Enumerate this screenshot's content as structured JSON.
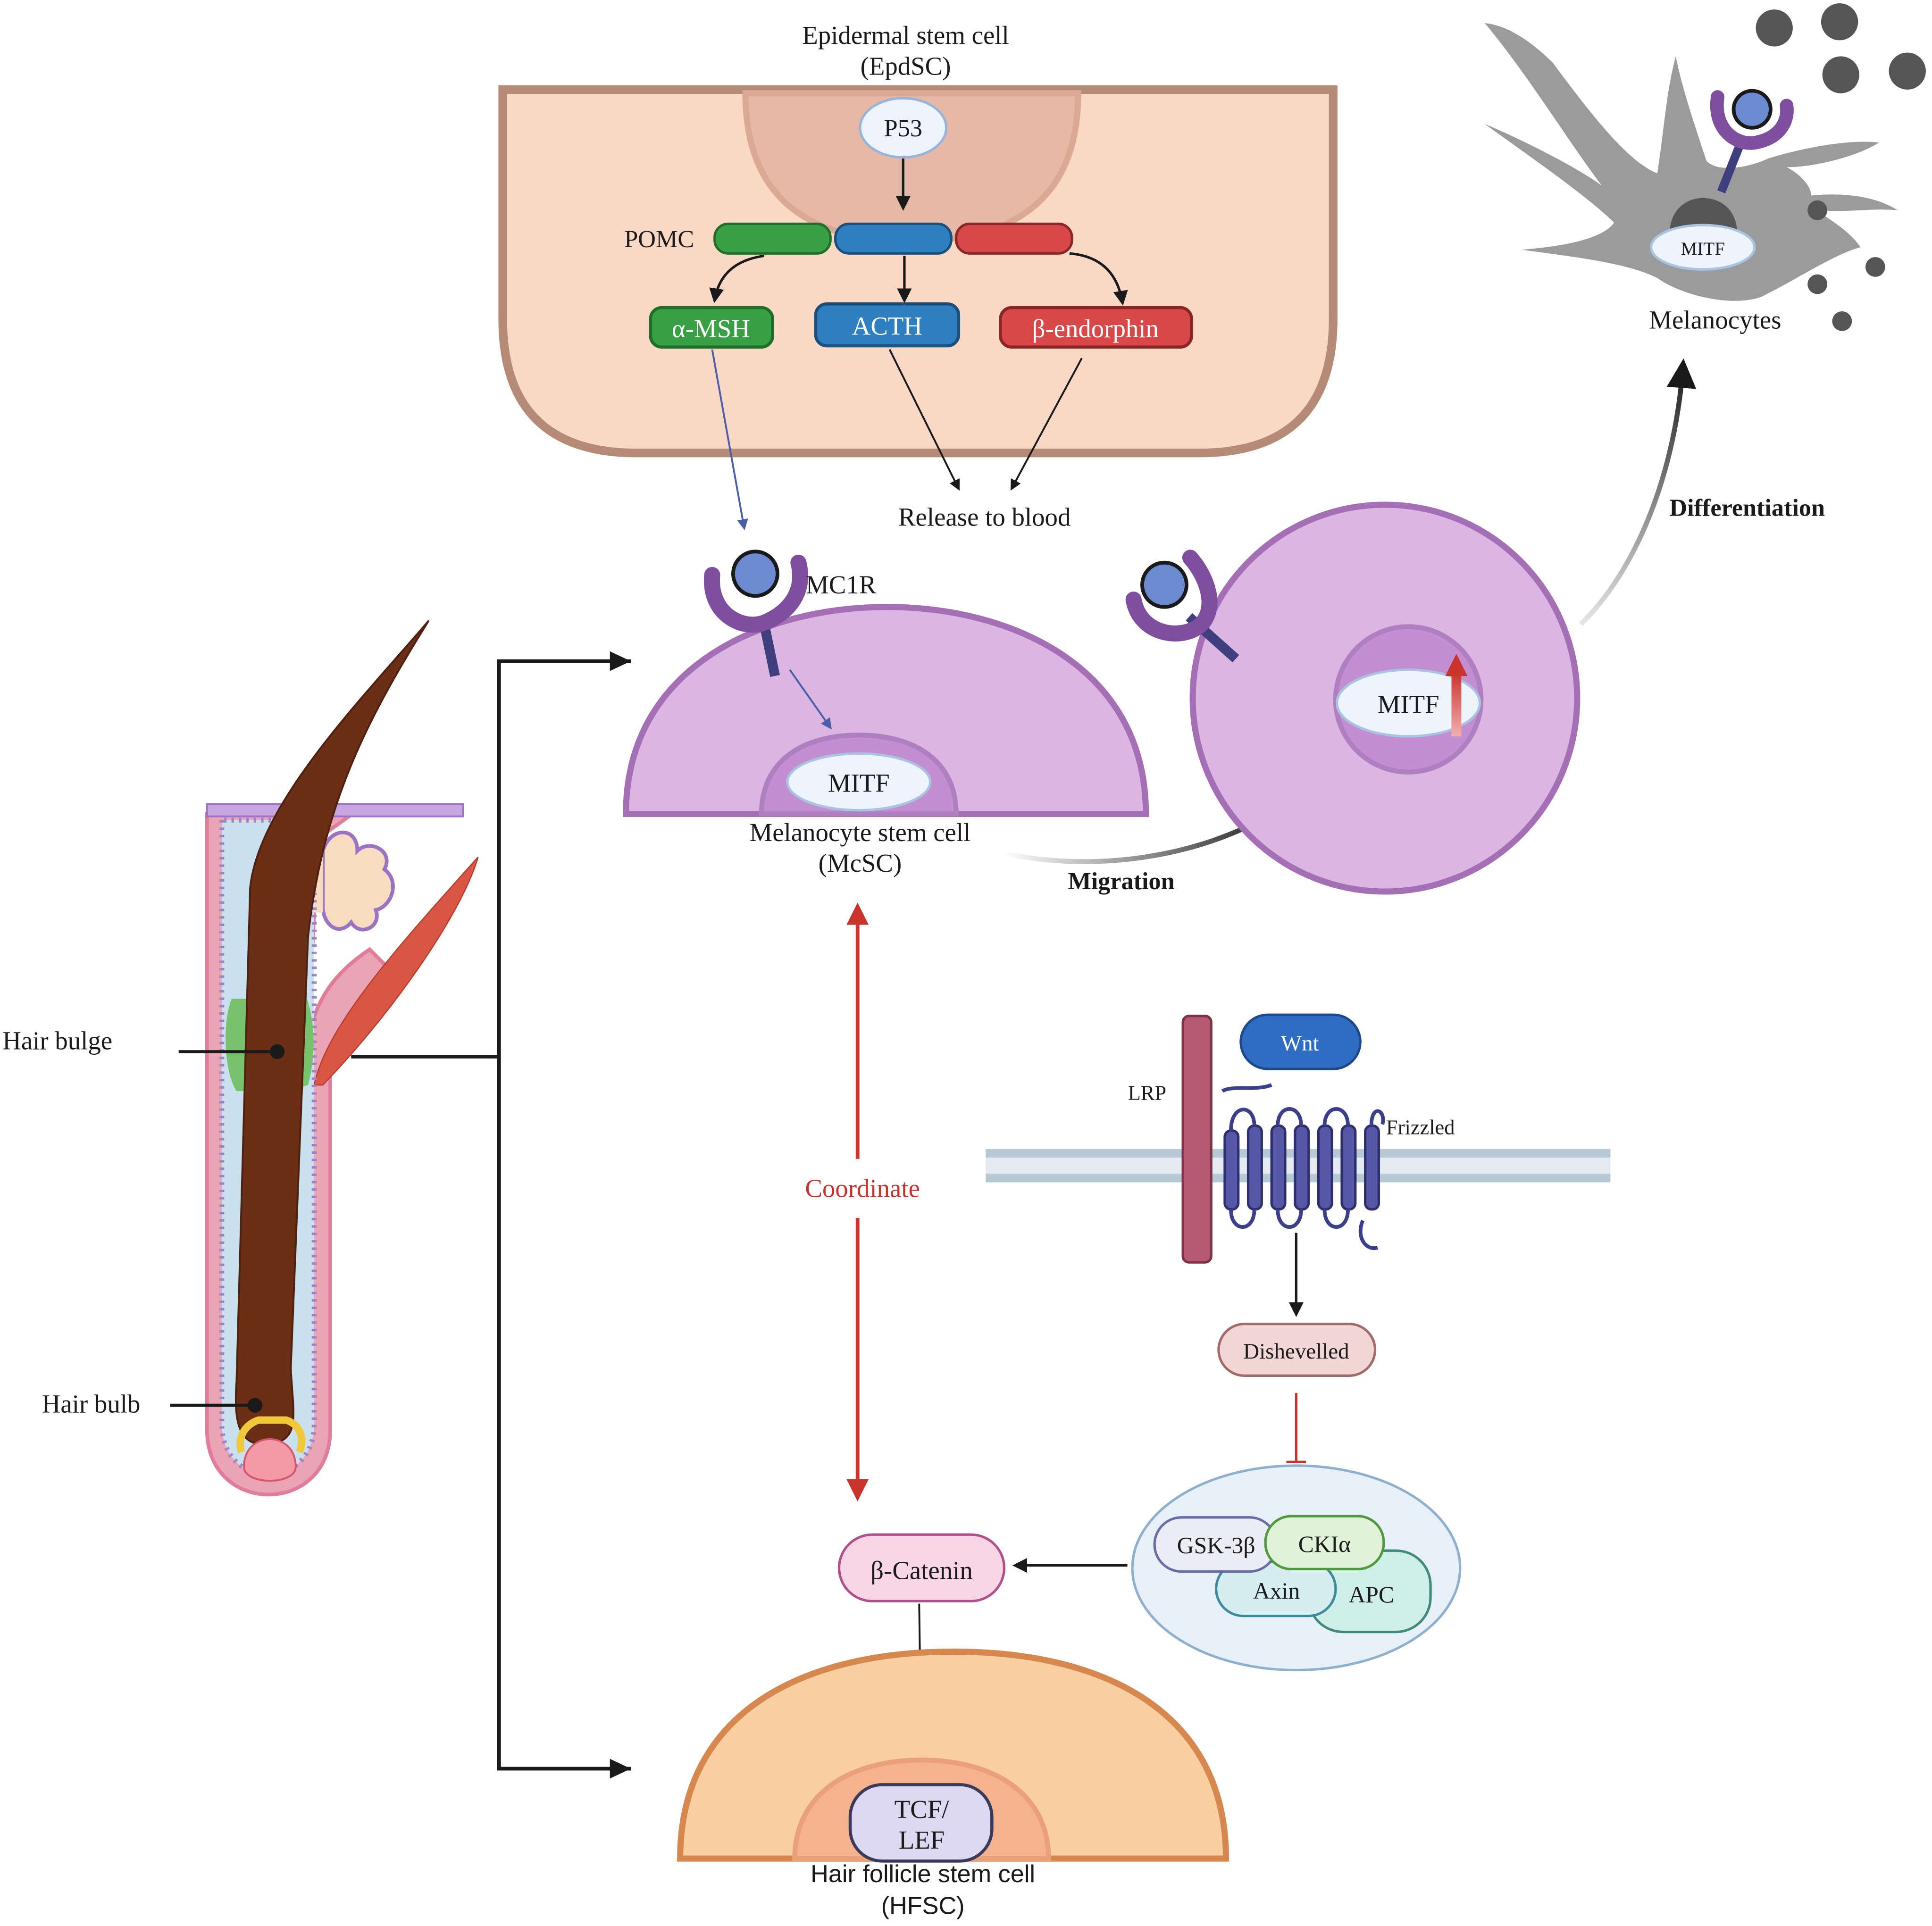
{
  "epidermal": {
    "title_line1": "Epidermal stem cell",
    "title_line2": "(EpdSC)",
    "p53": "P53",
    "pomc": "POMC",
    "alpha_msh": "α-MSH",
    "acth": "ACTH",
    "beta_endorphin": "β-endorphin",
    "release": "Release to blood"
  },
  "mcsc": {
    "receptor": "MC1R",
    "mitf": "MITF",
    "title_line1": "Melanocyte stem cell",
    "title_line2": "(McSC)",
    "migration": "Migration"
  },
  "migrated_cell": {
    "mitf": "MITF",
    "differentiation": "Differentiation"
  },
  "melanocytes": {
    "mitf": "MITF",
    "title": "Melanocytes"
  },
  "hair": {
    "bulge": "Hair bulge",
    "bulb": "Hair bulb"
  },
  "coordinate": "Coordinate",
  "wnt_pathway": {
    "wnt": "Wnt",
    "lrp": "LRP",
    "frizzled": "Frizzled",
    "dishevelled": "Dishevelled",
    "gsk": "GSK-3β",
    "cki": "CKIα",
    "axin": "Axin",
    "apc": "APC",
    "beta_catenin": "β-Catenin"
  },
  "hfsc": {
    "tcf_line1": "TCF/",
    "tcf_line2": "LEF",
    "title_line1": "Hair follicle stem cell",
    "title_line2": "(HFSC)"
  },
  "colors": {
    "epidermal_bg": "#f9d8c6",
    "epidermal_border": "#b58b78",
    "pomc_green": "#3aa046",
    "pomc_blue": "#2e7fbf",
    "pomc_red": "#d94848",
    "stem_cell_purple": "#dcb6e3",
    "stem_cell_border": "#a56fb6",
    "receptor_purple": "#7e4f9e",
    "coordinate_red": "#c8332c",
    "hfsc_orange": "#f9cfa1",
    "hfsc_border": "#d6884f",
    "melanocyte_grey": "#9b9b9b",
    "wnt_blue": "#2f6cc3",
    "frizzled_navy": "#3e3f8c",
    "lrp_red": "#b55a72"
  }
}
